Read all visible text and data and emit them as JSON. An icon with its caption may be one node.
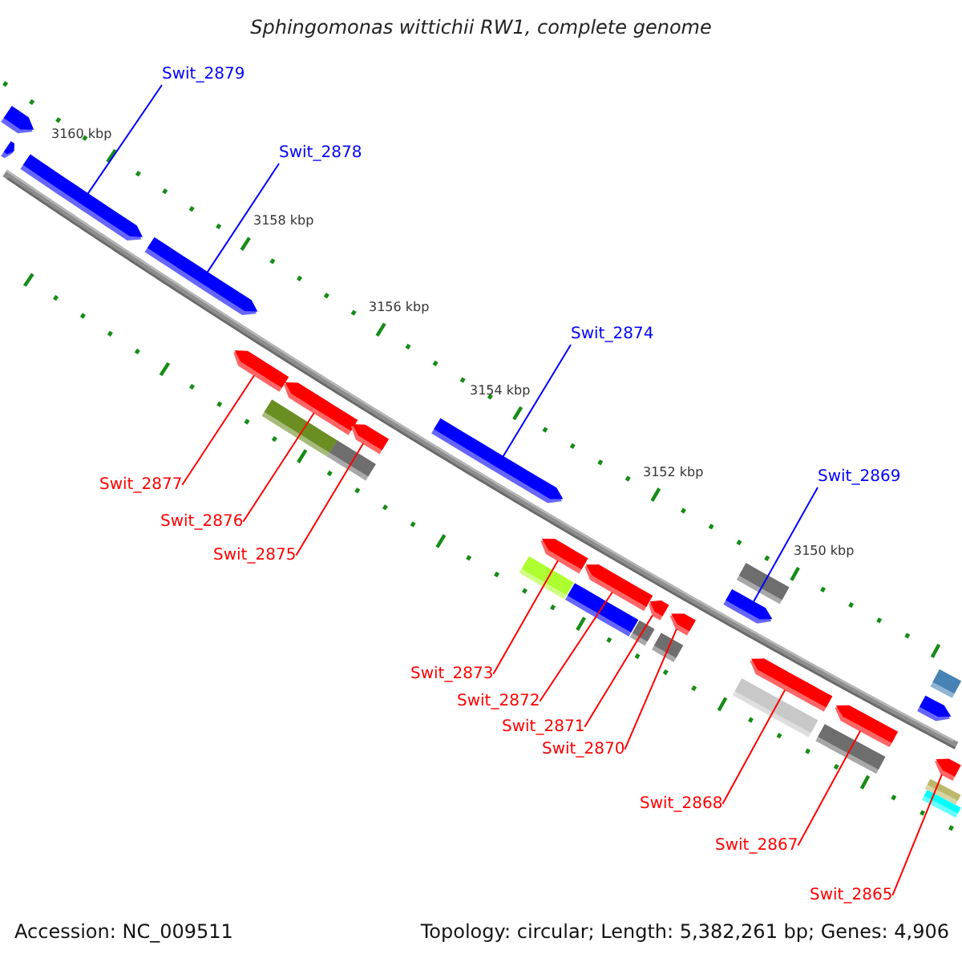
{
  "diagram": {
    "title": "Sphingomonas wittichii RW1, complete genome",
    "nodes": [
      {
        "text": [
          "Swit_2879"
        ]
      },
      {
        "text": [
          "Swit_2878"
        ]
      },
      {
        "text": [
          "Swit_2874"
        ]
      },
      {
        "text": [
          "Swit_2869"
        ]
      },
      {
        "text": [
          "Swit_2877"
        ]
      },
      {
        "text": [
          "Swit_2876"
        ]
      },
      {
        "text": [
          "Swit_2875"
        ]
      },
      {
        "text": [
          "Swit_2873"
        ]
      },
      {
        "text": [
          "Swit_2872"
        ]
      },
      {
        "text": [
          "Swit_2871"
        ]
      },
      {
        "text": [
          "Swit_2870"
        ]
      },
      {
        "text": [
          "Swit_2868"
        ]
      },
      {
        "text": [
          "Swit_2867"
        ]
      },
      {
        "text": [
          "Swit_2865"
        ]
      },
      {
        "text": [],
        "shape": "arrow"
      },
      {
        "text": [],
        "shape": "arrow"
      },
      {
        "text": [],
        "shape": "arrow"
      },
      {
        "text": [],
        "shape": "arrow"
      },
      {
        "text": [],
        "shape": "arrow"
      },
      {
        "text": [],
        "shape": "arrow"
      },
      {
        "text": [],
        "shape": "arrow"
      },
      {
        "text": [],
        "shape": "arrow"
      },
      {
        "text": [],
        "shape": "arrow"
      },
      {
        "text": [],
        "shape": "arrow"
      },
      {
        "text": [],
        "shape": "arrow"
      },
      {
        "text": [],
        "shape": "arrow"
      },
      {
        "text": [],
        "shape": "arrow"
      },
      {
        "text": [],
        "shape": "arrow"
      }
    ],
    "edges": [
      {
        "from": 0,
        "to": 14,
        "arrow": "none",
        "color": "#0000ff"
      },
      {
        "from": 1,
        "to": 15,
        "arrow": "none",
        "color": "#0000ff"
      },
      {
        "from": 2,
        "to": 19,
        "arrow": "none",
        "color": "#0000ff"
      },
      {
        "from": 3,
        "to": 24,
        "arrow": "none",
        "color": "#0000ff"
      },
      {
        "from": 4,
        "to": 16,
        "arrow": "none"
      },
      {
        "from": 5,
        "to": 17,
        "arrow": "none"
      },
      {
        "from": 6,
        "to": 18,
        "arrow": "none"
      },
      {
        "from": 7,
        "to": 20,
        "arrow": "none"
      },
      {
        "from": 8,
        "to": 21,
        "arrow": "none"
      },
      {
        "from": 9,
        "to": 22,
        "arrow": "none"
      },
      {
        "from": 10,
        "to": 23,
        "arrow": "none"
      },
      {
        "from": 11,
        "to": 25,
        "arrow": "none"
      },
      {
        "from": 12,
        "to": 26,
        "arrow": "none"
      },
      {
        "from": 13,
        "to": 27,
        "arrow": "none"
      }
    ],
    "labels": [
      "3160 kbp",
      "3158 kbp",
      "3156 kbp",
      "3154 kbp",
      "3152 kbp",
      "3150 kbp",
      "Accession: NC_009511",
      "Topology: circular; Length: 5,382,261 bp; Genes: 4,906"
    ]
  }
}
